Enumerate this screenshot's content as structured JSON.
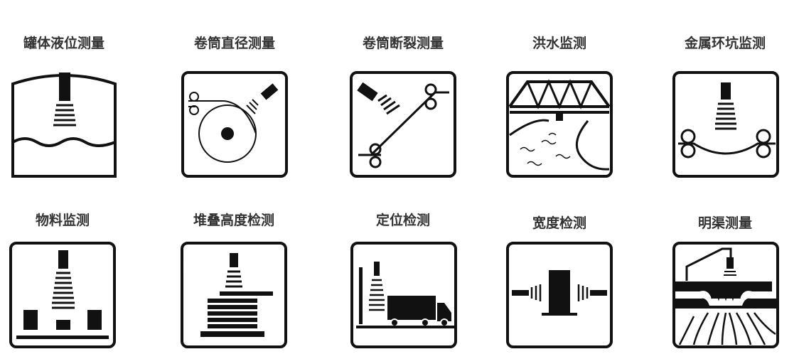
{
  "items": [
    {
      "label": "罐体液位测量",
      "icon": "tank-level-icon"
    },
    {
      "label": "卷筒直径测量",
      "icon": "roll-diameter-icon"
    },
    {
      "label": "卷筒断裂测量",
      "icon": "web-break-icon"
    },
    {
      "label": "洪水监测",
      "icon": "flood-monitoring-icon"
    },
    {
      "label": "金属环坑监测",
      "icon": "metal-loop-pit-icon"
    },
    {
      "label": "物料监测",
      "icon": "material-monitoring-icon"
    },
    {
      "label": "堆叠高度检测",
      "icon": "stack-height-icon"
    },
    {
      "label": "定位检测",
      "icon": "positioning-icon"
    },
    {
      "label": "宽度检测",
      "icon": "width-detection-icon"
    },
    {
      "label": "明渠测量",
      "icon": "open-channel-icon"
    }
  ]
}
